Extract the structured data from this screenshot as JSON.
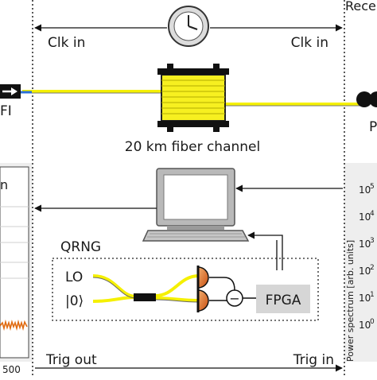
{
  "header": {
    "receiver_partial": "Rece"
  },
  "clock": {
    "left_label": "Clk in",
    "right_label": "Clk in",
    "icon": "clock-icon"
  },
  "fiber": {
    "left_partial_label": "FI",
    "right_partial_label": "P",
    "channel_label": "20 km fiber channel",
    "fiber_color": "#f5f000",
    "coil_color": "#f7f020"
  },
  "left_plot": {
    "partial_label": "n",
    "tick_label": "500",
    "trace_color": "#e06a10"
  },
  "qrng": {
    "title": "QRNG",
    "lo_label": "LO",
    "vacuum_label": "|0⟩",
    "fpga_label": "FPGA",
    "minus_symbol": "−",
    "detector_color": "#d9601a"
  },
  "computer": {
    "icon": "computer-icon"
  },
  "right_plot": {
    "ylabel": "Power spectrum [arb. units]",
    "ticks": [
      {
        "base": "10",
        "exp": "5"
      },
      {
        "base": "10",
        "exp": "4"
      },
      {
        "base": "10",
        "exp": "3"
      },
      {
        "base": "10",
        "exp": "2"
      },
      {
        "base": "10",
        "exp": "1"
      },
      {
        "base": "10",
        "exp": "0"
      }
    ]
  },
  "trigger": {
    "left_label": "Trig out",
    "right_label": "Trig in"
  }
}
